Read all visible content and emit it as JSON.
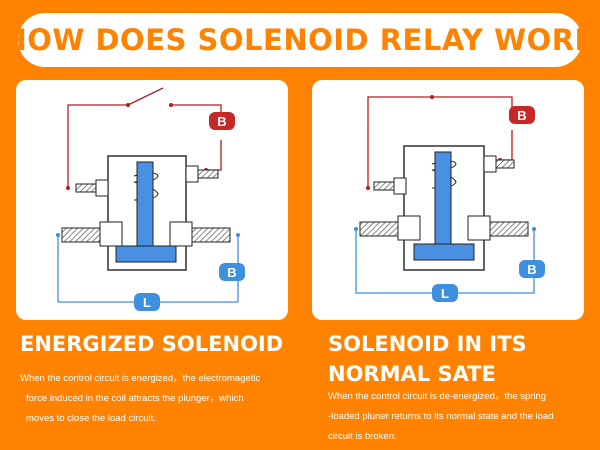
{
  "title": "HOW DOES SOLENOID RELAY WORK",
  "colors": {
    "background": "#FF8200",
    "wire_control": "#B71C1C",
    "wire_load": "#3D8FE0",
    "plunger": "#4A90E2",
    "badge_red": "#C62828",
    "badge_blue": "#3D8FE0"
  },
  "left_panel": {
    "badge_top": "B",
    "badge_right": "B",
    "badge_bottom": "L",
    "switch_state": "closed",
    "heading": "ENERGIZED SOLENOID",
    "description_lines": [
      "When the control circuit is energized，the electromagetic",
      "force induced in the coil attracts the plunger，which",
      "moves to close the load circuit."
    ]
  },
  "right_panel": {
    "badge_top": "B",
    "badge_right": "B",
    "badge_bottom": "L",
    "switch_state": "open",
    "heading_lines": [
      "SOLENOID IN ITS",
      "NORMAL SATE"
    ],
    "description_lines": [
      "When the control circuit is de-energized，the spring",
      "-loaded pluner returns to its normal state and the load",
      "circuit is broken."
    ]
  }
}
